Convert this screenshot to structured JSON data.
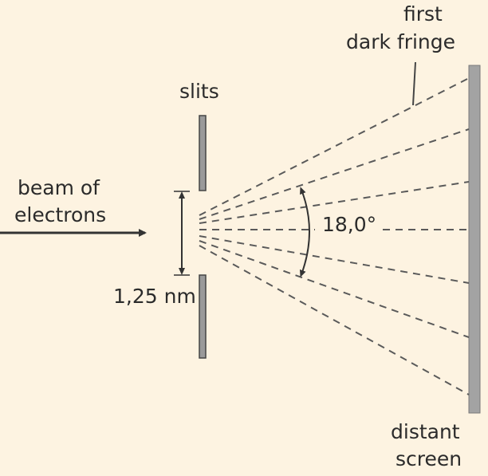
{
  "labels": {
    "slits": "slits",
    "beam_line1": "beam of",
    "beam_line2": "electrons",
    "slit_separation": "1,25 nm",
    "angle": "18,0°",
    "fringe_line1": "first",
    "fringe_line2": "dark fringe",
    "screen_line1": "distant",
    "screen_line2": "screen"
  },
  "colors": {
    "background": "#fdf3e1",
    "ink": "#2b2b2b",
    "slit_fill": "#9a9a9a",
    "screen_fill": "#a3a3a3",
    "dashes": "#5a5a5a"
  }
}
